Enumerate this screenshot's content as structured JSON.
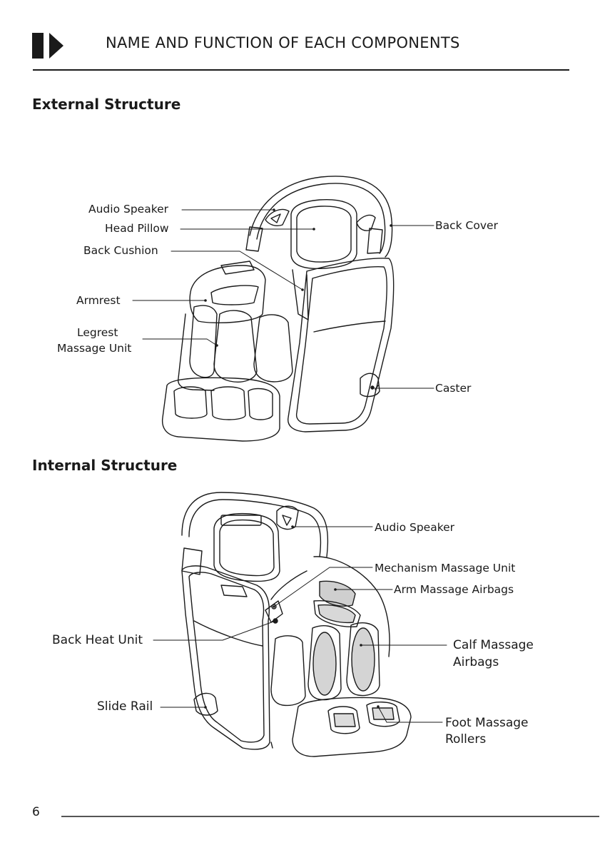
{
  "header": {
    "title": "NAME AND FUNCTION OF EACH COMPONENTS"
  },
  "external": {
    "heading": "External Structure",
    "labels": {
      "audio_speaker": "Audio Speaker",
      "head_pillow": "Head Pillow",
      "back_cushion": "Back Cushion",
      "armrest": "Armrest",
      "legrest_line1": "Legrest",
      "legrest_line2": "Massage Unit",
      "back_cover": "Back Cover",
      "caster": "Caster"
    }
  },
  "internal": {
    "heading": "Internal Structure",
    "labels": {
      "audio_speaker": "Audio Speaker",
      "mechanism": "Mechanism Massage Unit",
      "arm_airbags": "Arm Massage Airbags",
      "calf_line1": "Calf Massage",
      "calf_line2": "Airbags",
      "back_heat": "Back Heat Unit",
      "slide_rail": "Slide Rail",
      "foot_line1": "Foot Massage",
      "foot_line2": "Rollers"
    }
  },
  "footer": {
    "page_number": "6"
  },
  "icons": {
    "header_marker": "section-marker-icon"
  }
}
